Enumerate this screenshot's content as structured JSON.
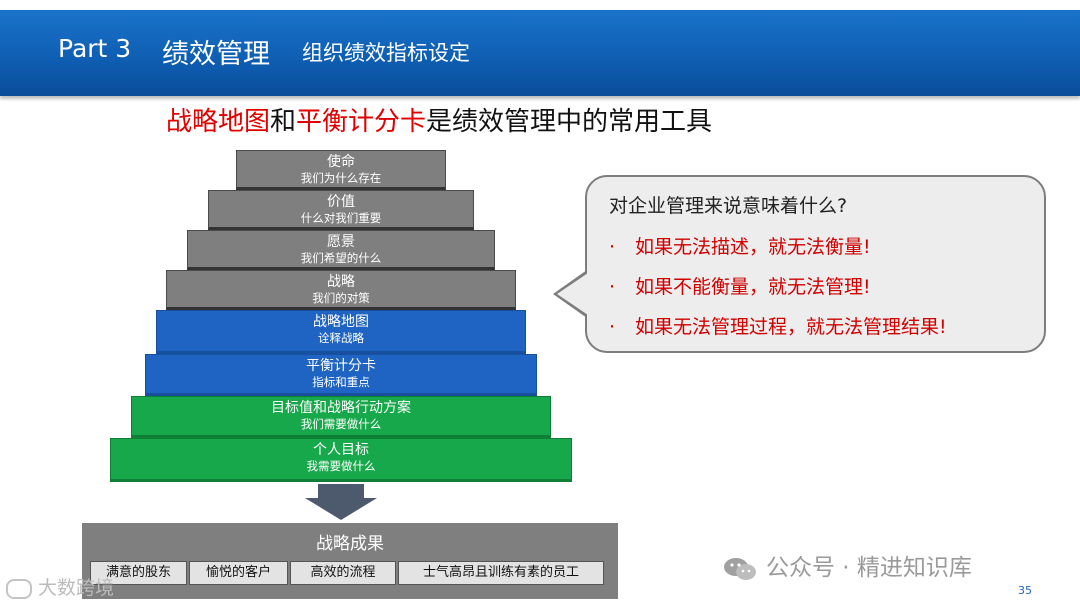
{
  "header": {
    "part": "Part 3",
    "section": "绩效管理",
    "subtitle": "组织绩效指标设定"
  },
  "headline": {
    "term1": "战略地图",
    "conj": "和",
    "term2": "平衡计分卡",
    "rest": "是绩效管理中的常用工具"
  },
  "pyramid": [
    {
      "title": "使命",
      "subtitle": "我们为什么存在",
      "color": "#7f7f7f"
    },
    {
      "title": "价值",
      "subtitle": "什么对我们重要",
      "color": "#7f7f7f"
    },
    {
      "title": "愿景",
      "subtitle": "我们希望的什么",
      "color": "#7f7f7f"
    },
    {
      "title": "战略",
      "subtitle": "我们的对策",
      "color": "#7f7f7f"
    },
    {
      "title": "战略地图",
      "subtitle": "诠释战略",
      "color": "#1f64c2"
    },
    {
      "title": "平衡计分卡",
      "subtitle": "指标和重点",
      "color": "#1f64c2"
    },
    {
      "title": "目标值和战略行动方案",
      "subtitle": "我们需要做什么",
      "color": "#16a84a"
    },
    {
      "title": "个人目标",
      "subtitle": "我需要做什么",
      "color": "#16a84a"
    }
  ],
  "results": {
    "title": "战略成果",
    "items": [
      "满意的股东",
      "愉悦的客户",
      "高效的流程",
      "士气高昂且训练有素的员工"
    ]
  },
  "callout": {
    "question": "对企业管理来说意味着什么?",
    "bullet": "·",
    "items": [
      "如果无法描述，就无法衡量!",
      "如果不能衡量，就无法管理!",
      "如果无法管理过程，就无法管理结果!"
    ]
  },
  "watermarks": {
    "left": "大数跨境",
    "right": "公众号 · 精进知识库"
  },
  "page_number": "35"
}
